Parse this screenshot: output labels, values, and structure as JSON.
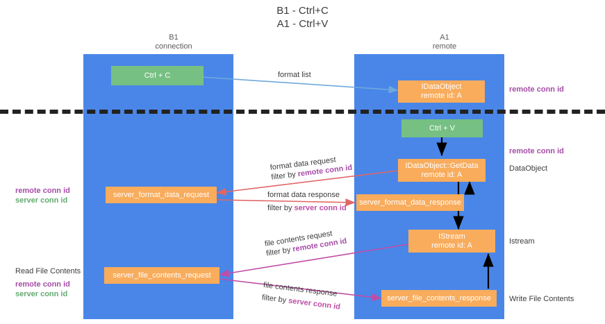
{
  "title": {
    "line1": "B1 - Ctrl+C",
    "line2": "A1 - Ctrl+V"
  },
  "columns": [
    {
      "name": "B1",
      "sub": "connection"
    },
    {
      "name": "A1",
      "sub": "remote"
    }
  ],
  "colors": {
    "lane": "#4a86e8",
    "green_node": "#76c083",
    "orange_node": "#f8ac5c",
    "remote_conn_id": "#a64ca6",
    "server_conn_id": "#63ab6f",
    "arrow_blue": "#6fa8dc",
    "arrow_red": "#e06666",
    "arrow_magenta": "#c04ca6",
    "arrow_black": "#000000",
    "divider": "#222222"
  },
  "nodes": {
    "ctrl_c": {
      "label": "Ctrl + C"
    },
    "idataobject": {
      "line1": "IDataObject",
      "line2": "remote id: A"
    },
    "ctrl_v": {
      "label": "Ctrl + V"
    },
    "getdata": {
      "line1": "IDataObject::GetData",
      "line2": "remote id: A"
    },
    "server_format_data_request": {
      "label": "server_format_data_request"
    },
    "server_format_data_response": {
      "label": "server_format_data_response"
    },
    "istream": {
      "line1": "IStream",
      "line2": "remote id: A"
    },
    "server_file_contents_request": {
      "label": "server_file_contents_request"
    },
    "server_file_contents_response": {
      "label": "server_file_contents_response"
    }
  },
  "edges": {
    "format_list": "format list",
    "format_data_request": "format data request",
    "format_data_request_filter_prefix": "filter by ",
    "format_data_request_filter_value": "remote conn id",
    "format_data_response": "format data response",
    "format_data_response_filter_prefix": "filter by ",
    "format_data_response_filter_value": "server conn id",
    "file_contents_request": "file contents request",
    "file_contents_request_filter_prefix": "filter by ",
    "file_contents_request_filter_value": "remote conn id",
    "file_contents_response": "file contents response",
    "file_contents_response_filter_prefix": "filter by ",
    "file_contents_response_filter_value": "server conn id"
  },
  "annotations": {
    "right_remote_conn_id_top": "remote conn id",
    "right_remote_conn_id_mid": "remote conn id",
    "right_dataobject": "DataObject",
    "right_istream": "Istream",
    "right_write_file_contents": "Write File Contents",
    "left_remote_conn_id": "remote conn id",
    "left_server_conn_id": "server conn id",
    "left_read_file_contents": "Read File Contents",
    "left_remote_conn_id_2": "remote conn id",
    "left_server_conn_id_2": "server conn id"
  }
}
